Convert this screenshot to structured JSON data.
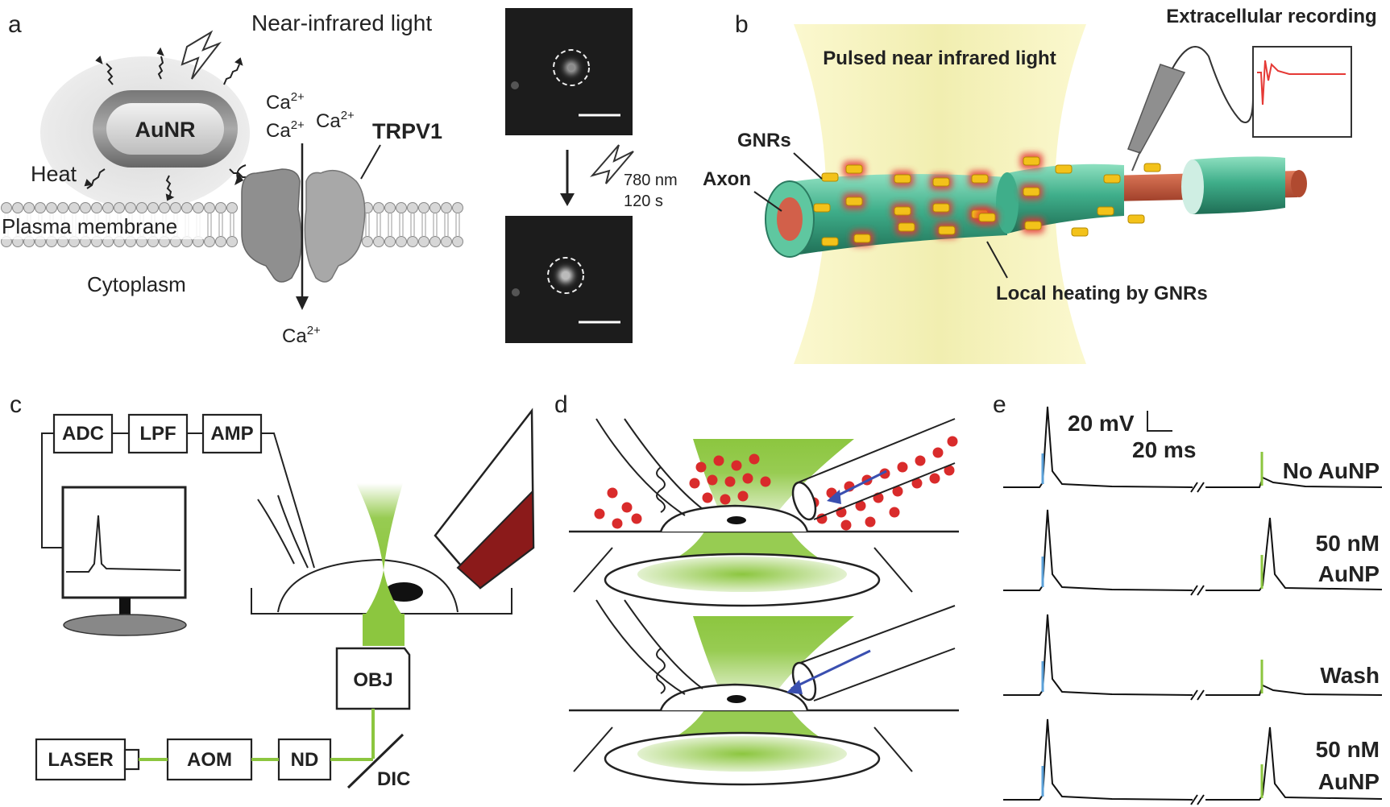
{
  "panels": {
    "a": {
      "letter": "a",
      "near_infrared": "Near-infrared light",
      "aunr": "AuNR",
      "heat": "Heat",
      "ca_label": "Ca",
      "ca_sup": "2+",
      "trpv1": "TRPV1",
      "plasma_membrane": "Plasma membrane",
      "cytoplasm": "Cytoplasm",
      "wavelength": "780 nm",
      "duration": "120 s"
    },
    "b": {
      "letter": "b",
      "pulsed": "Pulsed near infrared light",
      "extracellular": "Extracellular recording",
      "gnrs": "GNRs",
      "axon": "Axon",
      "local_heating": "Local heating by GNRs"
    },
    "c": {
      "letter": "c",
      "adc": "ADC",
      "lpf": "LPF",
      "amp": "AMP",
      "obj": "OBJ",
      "laser": "LASER",
      "aom": "AOM",
      "nd": "ND",
      "dic": "DIC"
    },
    "d": {
      "letter": "d"
    },
    "e": {
      "letter": "e",
      "scale_mv": "20 mV",
      "scale_ms": "20 ms",
      "traces": [
        {
          "line1": "No AuNP",
          "line2": ""
        },
        {
          "line1": "50 nM",
          "line2": "AuNP"
        },
        {
          "line1": "Wash",
          "line2": ""
        },
        {
          "line1": "50 nM",
          "line2": "AuNP"
        }
      ]
    }
  },
  "colors": {
    "beam_green": "#8cc63f",
    "nanoparticle_red": "#d92b2b",
    "stimulus_blue": "#5aa0d8",
    "electrode_red": "#8b1a1a",
    "axon_teal": "#3fae8a",
    "ir_yellow": "#f6f3b8",
    "recording_red": "#e53935"
  }
}
